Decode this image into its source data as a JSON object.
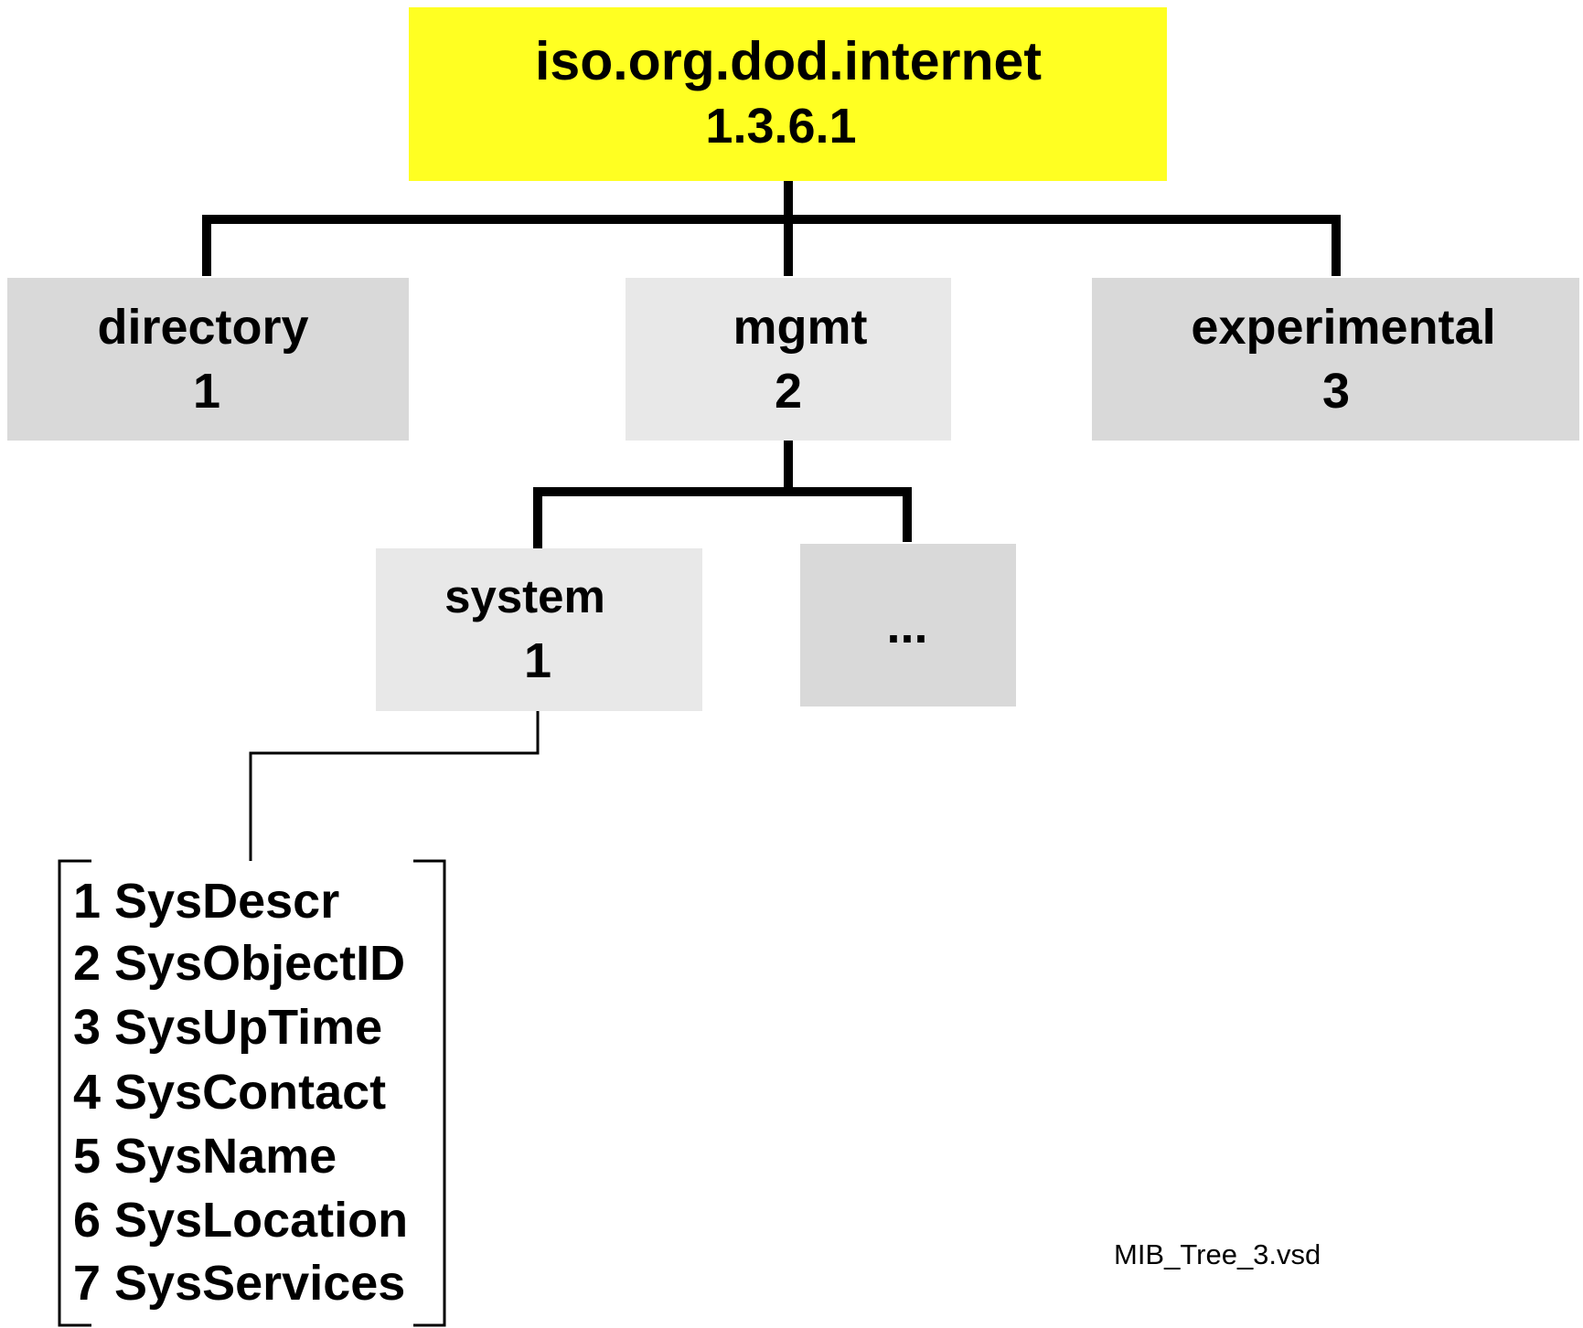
{
  "diagram": {
    "root": {
      "name": "iso.org.dod.internet",
      "oid": "1.3.6.1"
    },
    "children": [
      {
        "name": "directory",
        "number": "1"
      },
      {
        "name": "mgmt",
        "number": "2"
      },
      {
        "name": "experimental",
        "number": "3"
      }
    ],
    "mgmt_children": [
      {
        "name": "system",
        "number": "1"
      },
      {
        "name": "..."
      }
    ],
    "system_objects": [
      "1 SysDescr",
      "2 SysObjectID",
      "3 SysUpTime",
      "4 SysContact",
      "5 SysName",
      "6 SysLocation",
      "7 SysServices"
    ],
    "file_name": "MIB_Tree_3.vsd"
  },
  "colors": {
    "root_fill": "#ffff22",
    "node_fill_dark": "#d9d9d9",
    "node_fill_light": "#e8e8e8",
    "line": "#000000"
  }
}
